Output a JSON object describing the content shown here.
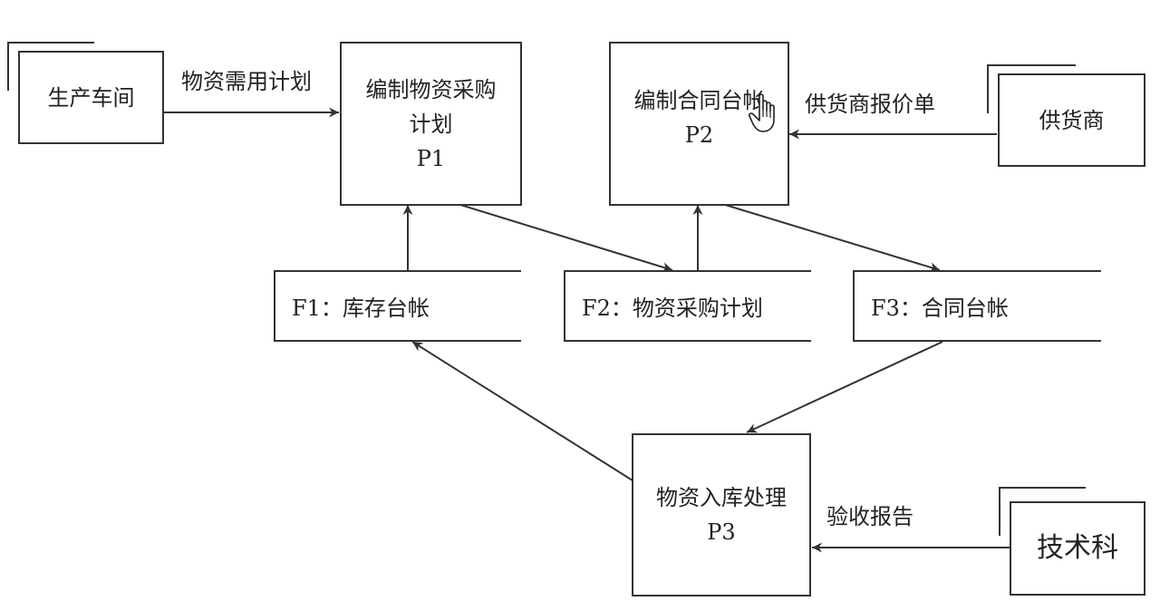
{
  "external_entities": {
    "workshop": "生产车间",
    "supplier": "供货商",
    "tech_dept": "技术科"
  },
  "processes": {
    "p1": {
      "name": "编制物资采购计划",
      "id": "P1"
    },
    "p2": {
      "name": "编制合同台帐",
      "id": "P2"
    },
    "p3": {
      "name": "物资入库处理",
      "id": "P3"
    }
  },
  "data_stores": {
    "f1": "F1：库存台帐",
    "f2": "F2：物资采购计划",
    "f3": "F3：合同台帐"
  },
  "flows": {
    "material_requirement_plan": "物资需用计划",
    "supplier_quotation": "供货商报价单",
    "acceptance_report": "验收报告"
  },
  "cursor_icon": "hand-pointer-icon",
  "line_color": "#333333"
}
